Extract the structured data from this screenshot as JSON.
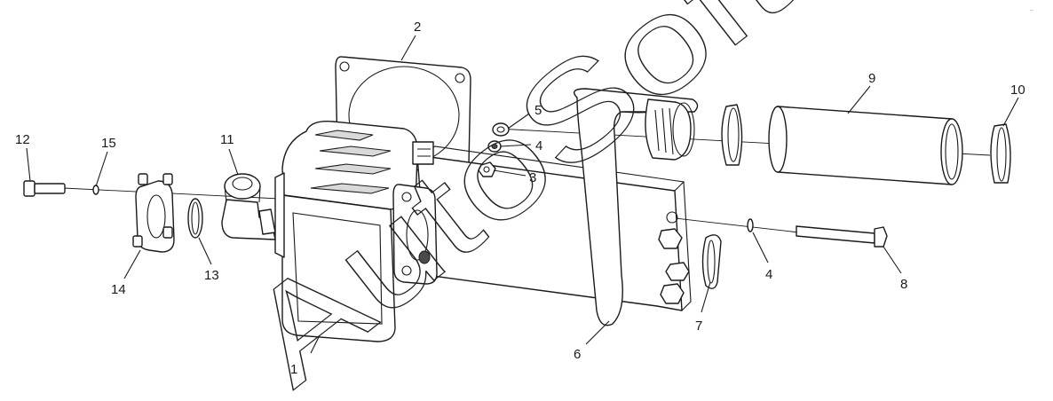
{
  "diagram": {
    "callouts": [
      {
        "id": "c1",
        "label": "1"
      },
      {
        "id": "c2",
        "label": "2"
      },
      {
        "id": "c3",
        "label": "3"
      },
      {
        "id": "c4a",
        "label": "4"
      },
      {
        "id": "c4b",
        "label": "4"
      },
      {
        "id": "c5",
        "label": "5"
      },
      {
        "id": "c6",
        "label": "6"
      },
      {
        "id": "c7",
        "label": "7"
      },
      {
        "id": "c8",
        "label": "8"
      },
      {
        "id": "c9",
        "label": "9"
      },
      {
        "id": "c10",
        "label": "10"
      },
      {
        "id": "c11",
        "label": "11"
      },
      {
        "id": "c12",
        "label": "12"
      },
      {
        "id": "c13",
        "label": "13"
      },
      {
        "id": "c14",
        "label": "14"
      },
      {
        "id": "c15",
        "label": "15"
      }
    ],
    "watermark": "AutoSoft"
  }
}
